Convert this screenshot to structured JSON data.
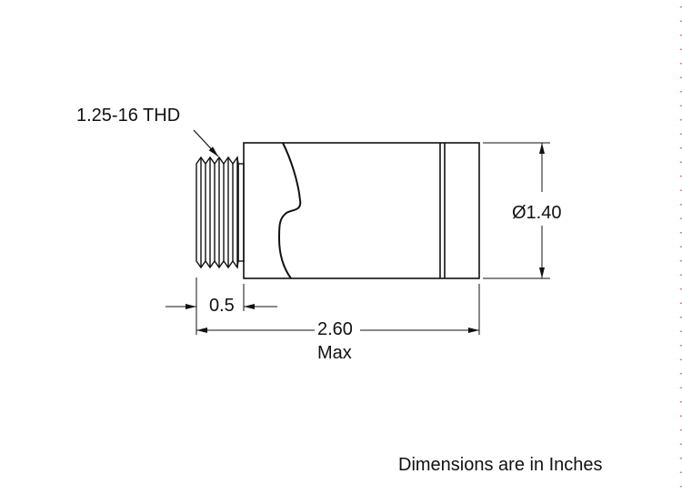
{
  "drawing": {
    "thread_callout": "1.25-16 THD",
    "diameter_label": "Ø1.40",
    "thread_length_label": "0.5",
    "overall_length_label": "2.60",
    "overall_length_qualifier": "Max",
    "units_note": "Dimensions are in Inches"
  },
  "colors": {
    "line": "#111111",
    "background": "#ffffff",
    "edge_marker": "#e06666"
  }
}
